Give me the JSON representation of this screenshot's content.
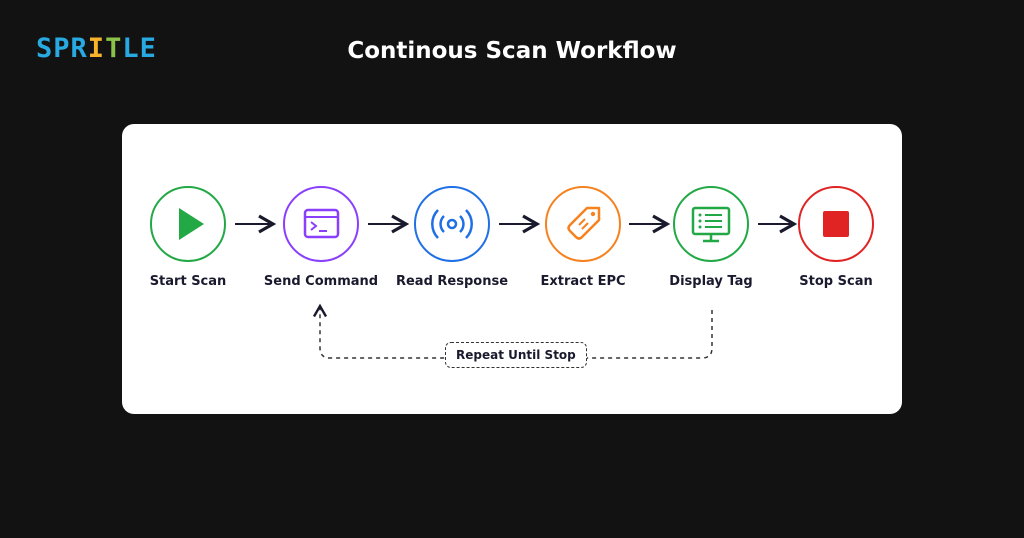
{
  "logo": {
    "letters": [
      "S",
      "P",
      "R",
      "I",
      "T",
      "L",
      "E"
    ],
    "colors": [
      "#29a9e1",
      "#29a9e1",
      "#29a9e1",
      "#f7b32b",
      "#8bc34a",
      "#29a9e1",
      "#29a9e1"
    ]
  },
  "header": {
    "title": "Continous Scan Workflow"
  },
  "steps": [
    {
      "label": "Start Scan",
      "color": "#22a845",
      "icon": "play-icon"
    },
    {
      "label": "Send Command",
      "color": "#8a3ffc",
      "icon": "terminal-icon"
    },
    {
      "label": "Read Response",
      "color": "#1f6fe5",
      "icon": "broadcast-icon"
    },
    {
      "label": "Extract EPC",
      "color": "#f5821f",
      "icon": "tag-icon"
    },
    {
      "label": "Display Tag",
      "color": "#22a845",
      "icon": "monitor-icon"
    },
    {
      "label": "Stop Scan",
      "color": "#e02424",
      "icon": "stop-icon"
    }
  ],
  "loop": {
    "label": "Repeat Until Stop"
  }
}
